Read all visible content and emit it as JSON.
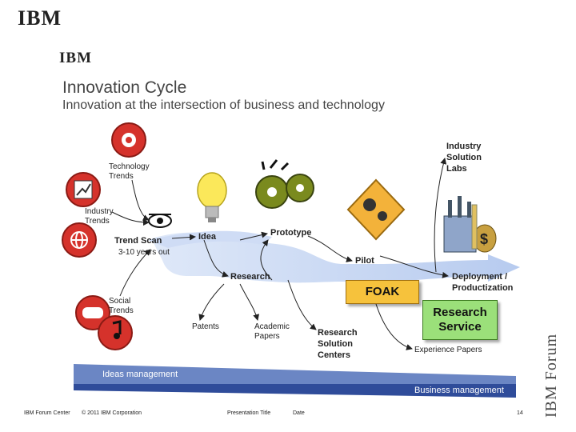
{
  "header": {
    "logo_top": "IBM",
    "logo_slide": "IBM",
    "title": "Innovation Cycle",
    "subtitle": "Innovation at the intersection of business and technology"
  },
  "inputs": {
    "technology_trends": "Technology\nTrends",
    "industry_trends": "Industry\nTrends",
    "social_trends": "Social\nTrends"
  },
  "flow": {
    "trend_scan": "Trend Scan",
    "trend_scan_range": "3-10 years out",
    "idea": "Idea",
    "prototype": "Prototype",
    "pilot": "Pilot",
    "research": "Research",
    "deployment": "Deployment /\nProductization",
    "industry_solution_labs": "Industry\nSolution\nLabs",
    "patents": "Patents",
    "academic_papers": "Academic\nPapers",
    "research_solution_centers": "Research\nSolution\nCenters",
    "experience_papers": "Experience Papers",
    "foak": "FOAK",
    "research_service_1": "Research",
    "research_service_2": "Service"
  },
  "bars": {
    "ideas_management": "Ideas management",
    "business_management": "Business management"
  },
  "side_text": "IBM Forum",
  "footer": {
    "center": "IBM Forum Center",
    "copyright": "© 2011 IBM Corporation",
    "presentation_title": "Presentation Title",
    "date": "Date",
    "page": "14"
  },
  "colors": {
    "flow_band": "#b9cdef",
    "foak": "#f6c23c",
    "research_service": "#9be07a",
    "ideas_bar": "#5c78b8",
    "business_bar": "#2f4c9a",
    "icon_red": "#d5322b"
  },
  "icons": [
    "gear-icon",
    "chart-icon",
    "globe-icon",
    "gamepad-icon",
    "music-note-icon",
    "eye-icon",
    "lightbulb-icon",
    "gears-icon",
    "warning-gears-icon",
    "factory-dollar-icon"
  ]
}
